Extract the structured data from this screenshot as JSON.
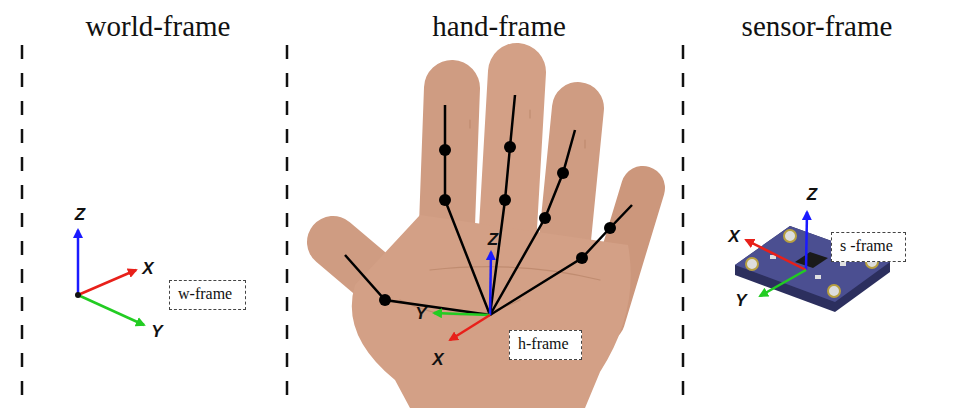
{
  "diagram": {
    "nodes": [
      {
        "text": [
          "w-frame"
        ]
      },
      {
        "text": [
          "h-frame"
        ]
      },
      {
        "text": [
          "s -frame"
        ]
      }
    ],
    "labels": [
      "world-frame",
      "hand-frame",
      "sensor-frame",
      "Z",
      "X",
      "Y",
      "Z",
      "Y",
      "X",
      "Z",
      "X",
      "Y"
    ]
  }
}
